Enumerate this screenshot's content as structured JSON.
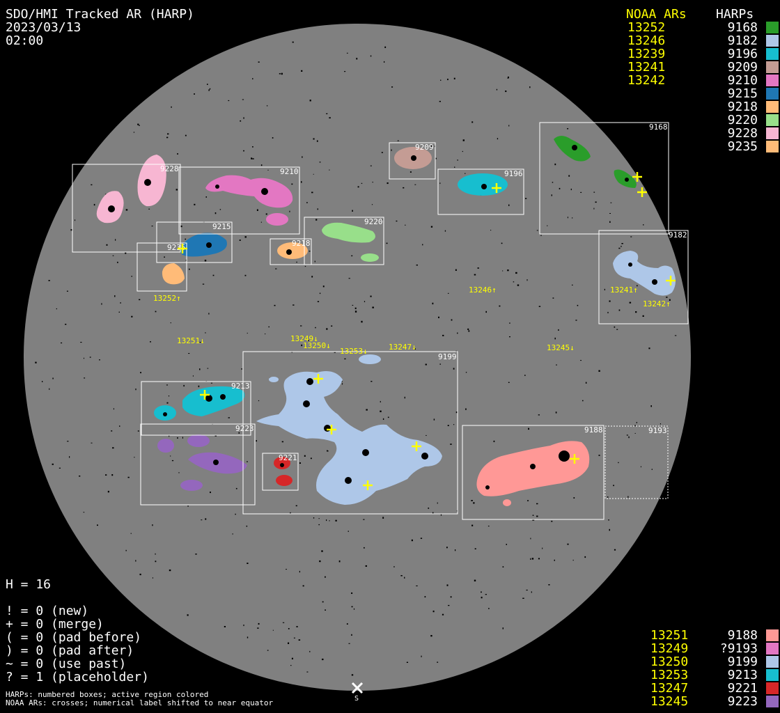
{
  "header": {
    "title": "SDO/HMI Tracked AR (HARP)",
    "date": "2023/03/13",
    "time": "02:00"
  },
  "legend_top": {
    "noaa_header": "NOAA ARs",
    "harp_header": "HARPs",
    "noaa": [
      "13252",
      "13246",
      "13239",
      "13241",
      "13242"
    ],
    "harps": [
      {
        "label": "9168",
        "color": "#2a9d2a"
      },
      {
        "label": "9182",
        "color": "#aec7e8"
      },
      {
        "label": "9196",
        "color": "#17becf"
      },
      {
        "label": "9209",
        "color": "#c49c94"
      },
      {
        "label": "9210",
        "color": "#e377c2"
      },
      {
        "label": "9215",
        "color": "#1f77b4"
      },
      {
        "label": "9218",
        "color": "#ffbb78"
      },
      {
        "label": "9220",
        "color": "#98df8a"
      },
      {
        "label": "9228",
        "color": "#f7b6d2"
      },
      {
        "label": "9235",
        "color": "#ffbb78"
      }
    ]
  },
  "legend_bottom": {
    "noaa": [
      "13251",
      "13249",
      "13250",
      "13253",
      "13247",
      "13245"
    ],
    "harps": [
      {
        "label": "9188",
        "color": "#ff9896"
      },
      {
        "label": "?9193",
        "color": "#e377c2"
      },
      {
        "label": "9199",
        "color": "#aec7e8"
      },
      {
        "label": "9213",
        "color": "#17becf"
      },
      {
        "label": "9221",
        "color": "#d62728"
      },
      {
        "label": "9223",
        "color": "#9467bd"
      }
    ]
  },
  "stats": {
    "h": "H = 16",
    "lines": [
      "! = 0 (new)",
      "+ = 0 (merge)",
      "( = 0 (pad before)",
      ") = 0 (pad after)",
      "~ = 0 (use past)",
      "? = 1 (placeholder)"
    ]
  },
  "footer": {
    "line1": "HARPs: numbered boxes; active region colored",
    "line2": "NOAA ARs: crosses; numerical label shifted to near equator"
  },
  "disk": {
    "color": "#808080",
    "south_label": "S"
  },
  "boxes": [
    {
      "label": "9228",
      "color": "#f7b6d2"
    },
    {
      "label": "9210",
      "color": "#e377c2"
    },
    {
      "label": "9215",
      "color": "#1f77b4"
    },
    {
      "label": "9235",
      "color": "#ffbb78"
    },
    {
      "label": "9218",
      "color": "#ffbb78"
    },
    {
      "label": "9220",
      "color": "#98df8a"
    },
    {
      "label": "9209",
      "color": "#c49c94"
    },
    {
      "label": "9196",
      "color": "#17becf"
    },
    {
      "label": "9168",
      "color": "#2a9d2a"
    },
    {
      "label": "9182",
      "color": "#aec7e8"
    },
    {
      "label": "9199",
      "color": "#aec7e8"
    },
    {
      "label": "9213",
      "color": "#17becf"
    },
    {
      "label": "9223",
      "color": "#9467bd"
    },
    {
      "label": "9221",
      "color": "#d62728"
    },
    {
      "label": "9188",
      "color": "#ff9896"
    },
    {
      "label": "9193",
      "color": "#e377c2"
    }
  ],
  "noaa_labels": [
    "13252↑",
    "13246↑",
    "13241↑",
    "13242↑",
    "13251↓",
    "13249↓",
    "13250↓",
    "13253↓",
    "13247↓",
    "13245↓"
  ]
}
